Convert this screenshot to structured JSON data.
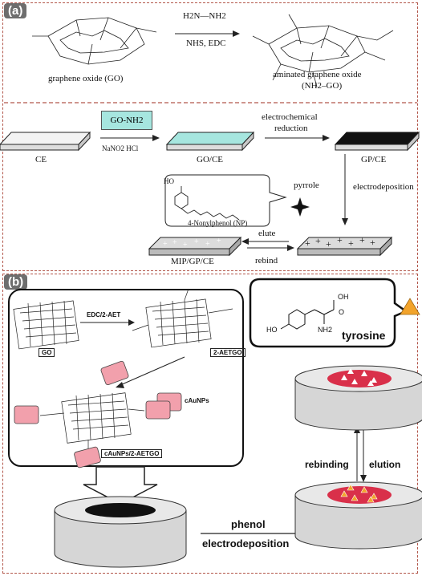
{
  "panel_a": {
    "tag": "(a)",
    "reaction": {
      "reagent": "H2N—NH2",
      "conditions": "NHS, EDC",
      "reactant_label": "graphene oxide (GO)",
      "product_label_1": "aminated graphene oxide",
      "product_label_2": "(NH2–GO)"
    },
    "steps": {
      "ce": "CE",
      "go_nh2_box": "GO-NH2",
      "diazo": "NaNO2   HCl",
      "go_ce": "GO/CE",
      "electrochem_1": "electrochemical",
      "electrochem_2": "reduction",
      "gp_ce": "GP/CE",
      "pyrrole": "pyrrole",
      "electrodeposition": "electrodeposition",
      "np_name": "4-Nonylphenol (NP)",
      "np_ho": "HO",
      "elute": "elute",
      "rebind": "rebind",
      "mip": "MIP/GP/CE"
    }
  },
  "panel_b": {
    "tag": "(b)",
    "edc": "EDC/2-AET",
    "go": "GO",
    "aetgo": "2-AETGO",
    "cau": "cAuNPs",
    "combo": "cAuNPs/2-AETGO",
    "tyrosine": "tyrosine",
    "tyr_oh": "OH",
    "tyr_o": "O",
    "tyr_ho": "HO",
    "tyr_nh2": "NH2",
    "rebinding": "rebinding",
    "elution": "elution",
    "phenol": "phenol",
    "electrodeposition": "electrodeposition"
  },
  "colors": {
    "panel_border": "#b2564a",
    "go_ce_top": "#a6e6df",
    "template_triangle": "#f2a32b",
    "gold_np": "#f2a0ac",
    "mip_cavity": "#d9304a"
  }
}
